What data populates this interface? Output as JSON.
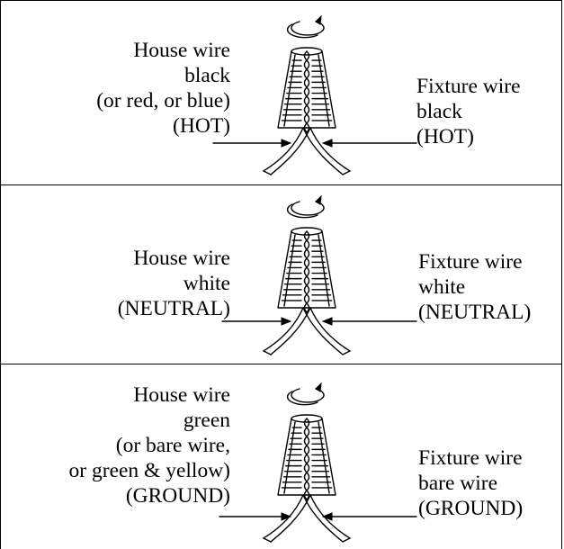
{
  "panels": [
    {
      "house_lines": [
        "House wire",
        "black",
        "(or red, or blue)",
        "(HOT)"
      ],
      "fixture_lines": [
        "Fixture wire",
        "black",
        "(HOT)"
      ]
    },
    {
      "house_lines": [
        "House wire",
        "white",
        "(NEUTRAL)"
      ],
      "fixture_lines": [
        "Fixture wire",
        "white",
        "(NEUTRAL)"
      ]
    },
    {
      "house_lines": [
        "House wire",
        "green",
        "(or bare wire,",
        "or green & yellow)",
        "(GROUND)"
      ],
      "fixture_lines": [
        "Fixture wire",
        "bare wire",
        "(GROUND)"
      ]
    }
  ]
}
